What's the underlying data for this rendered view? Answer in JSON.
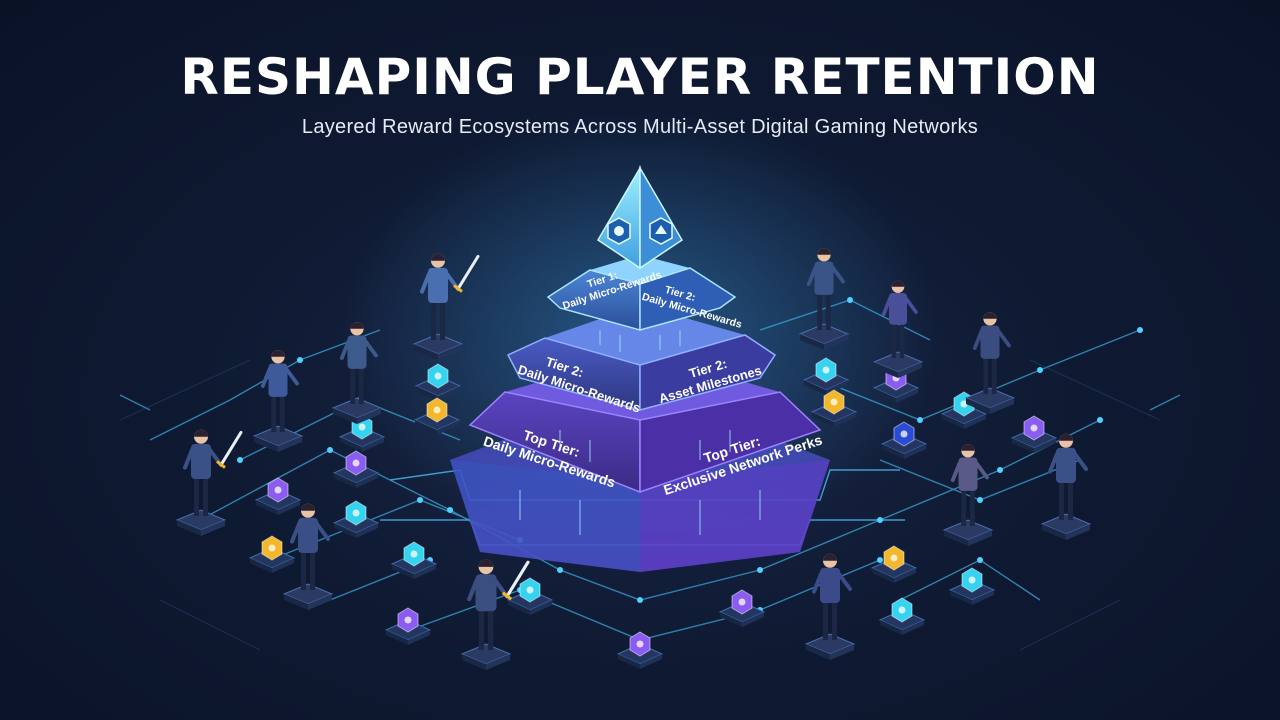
{
  "header": {
    "title": "RESHAPING PLAYER RETENTION",
    "subtitle": "Layered Reward Ecosystems Across Multi-Asset Digital Gaming Networks"
  },
  "pyramid": {
    "tier1_left": [
      "Tier 1:",
      "Daily Micro-Rewards"
    ],
    "tier1_right": [
      "Tier 2:",
      "Daily Micro-Rewards"
    ],
    "tier2_left": [
      "Tier 2:",
      "Daily Micro-Rewards"
    ],
    "tier2_right": [
      "Tier 2:",
      "Asset Milestones"
    ],
    "tier3_left": [
      "Top Tier:",
      "Daily Micro-Rewards"
    ],
    "tier3_right": [
      "Top Tier:",
      "Exclusive Network Perks"
    ]
  },
  "colors": {
    "background": "#0f1a33",
    "cyan": "#36d3f0",
    "purple": "#8a5cf0",
    "gold": "#f2b72a",
    "platform": "#2a3a63"
  },
  "icons": [
    "badge-icon",
    "gem-icon",
    "coin-icon",
    "shield-icon",
    "card-icon"
  ]
}
